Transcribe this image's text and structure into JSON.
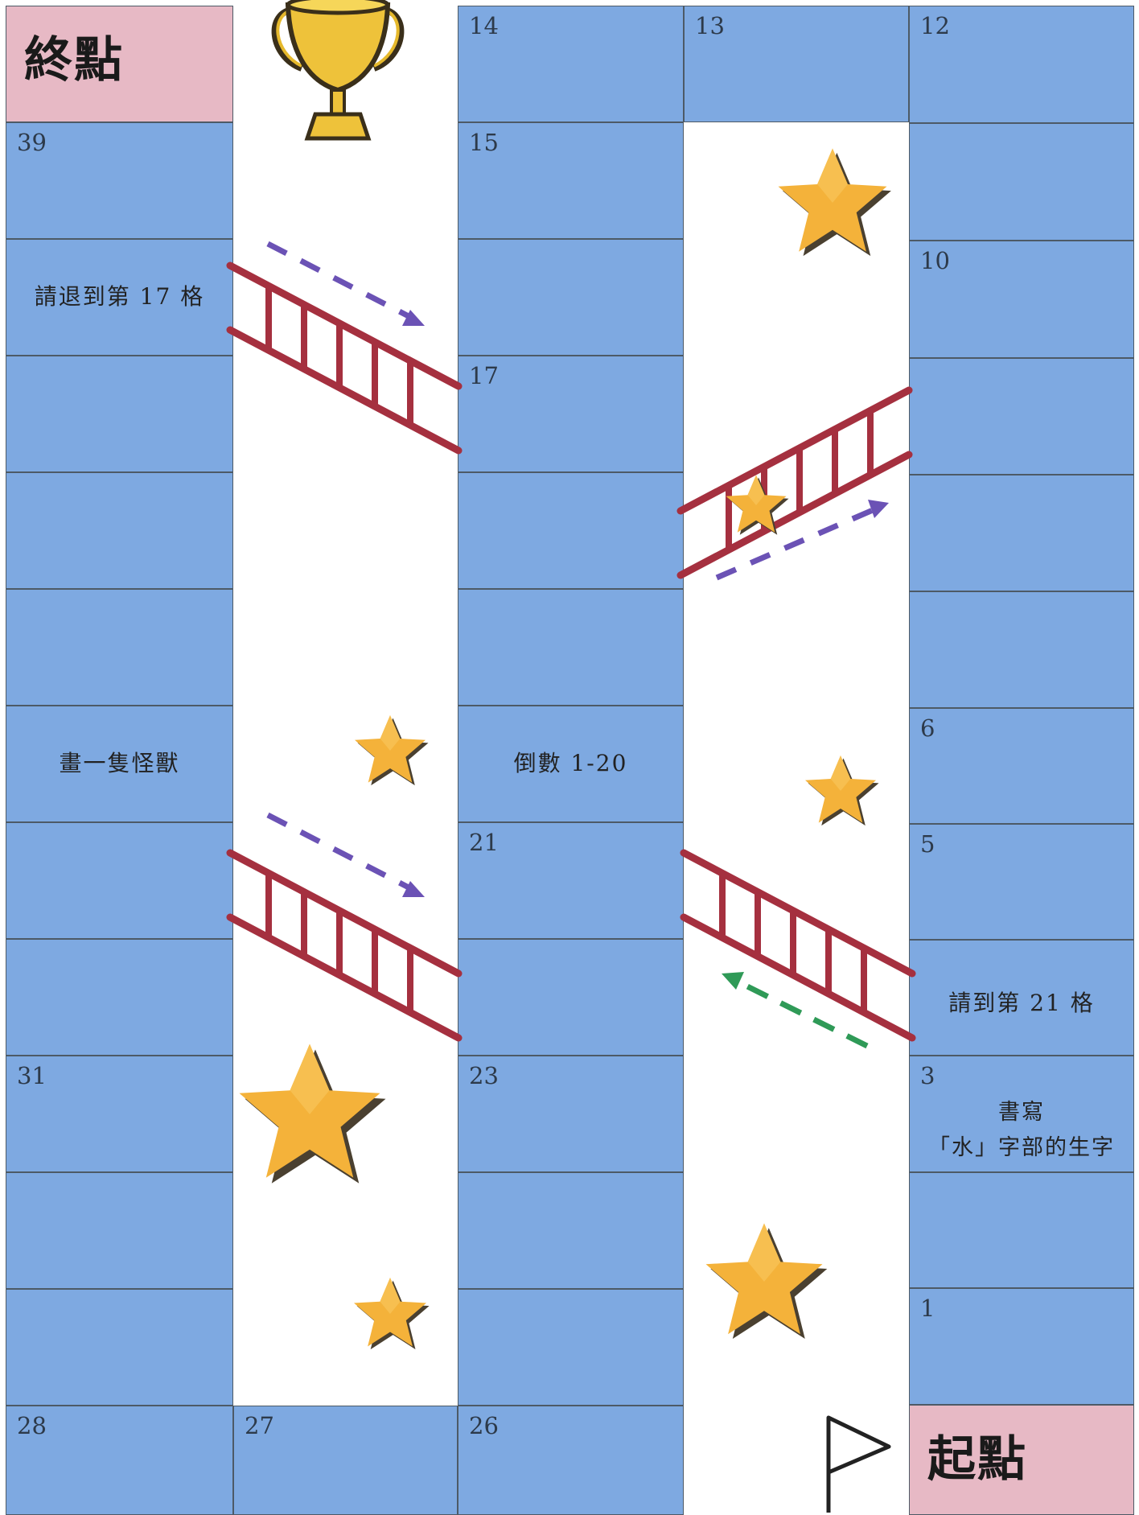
{
  "board": {
    "finish_label": "終點",
    "start_label": "起點",
    "cells": [
      {
        "id": "c14",
        "num": "14"
      },
      {
        "id": "c13",
        "num": "13"
      },
      {
        "id": "c12",
        "num": "12"
      },
      {
        "id": "c39",
        "num": "39"
      },
      {
        "id": "c15",
        "num": "15"
      },
      {
        "id": "c10",
        "num": "10"
      },
      {
        "id": "c17",
        "num": "17"
      },
      {
        "id": "c6",
        "num": "6"
      },
      {
        "id": "c21",
        "num": "21"
      },
      {
        "id": "c5",
        "num": "5"
      },
      {
        "id": "c31",
        "num": "31"
      },
      {
        "id": "c23",
        "num": "23"
      },
      {
        "id": "c3",
        "num": "3"
      },
      {
        "id": "c1",
        "num": "1"
      },
      {
        "id": "c28",
        "num": "28"
      },
      {
        "id": "c27",
        "num": "27"
      },
      {
        "id": "c26",
        "num": "26"
      }
    ],
    "instructions": {
      "go_back_17": "請退到第 17 格",
      "draw_monster": "畫一隻怪獸",
      "count_down": "倒數 1-20",
      "go_to_21": "請到第 21 格",
      "write_line1": "書寫",
      "write_line2": "「水」字部的生字"
    }
  },
  "colors": {
    "cell": "#7ea9e1",
    "endpoint": "#e7b9c5",
    "ladder": "#a5303f",
    "arrow_purple": "#6b52b5",
    "arrow_green": "#2f9a57",
    "star": "#f4b23a"
  },
  "icons": [
    "trophy-icon",
    "flag-icon",
    "star-icon",
    "ladder",
    "arrow"
  ]
}
